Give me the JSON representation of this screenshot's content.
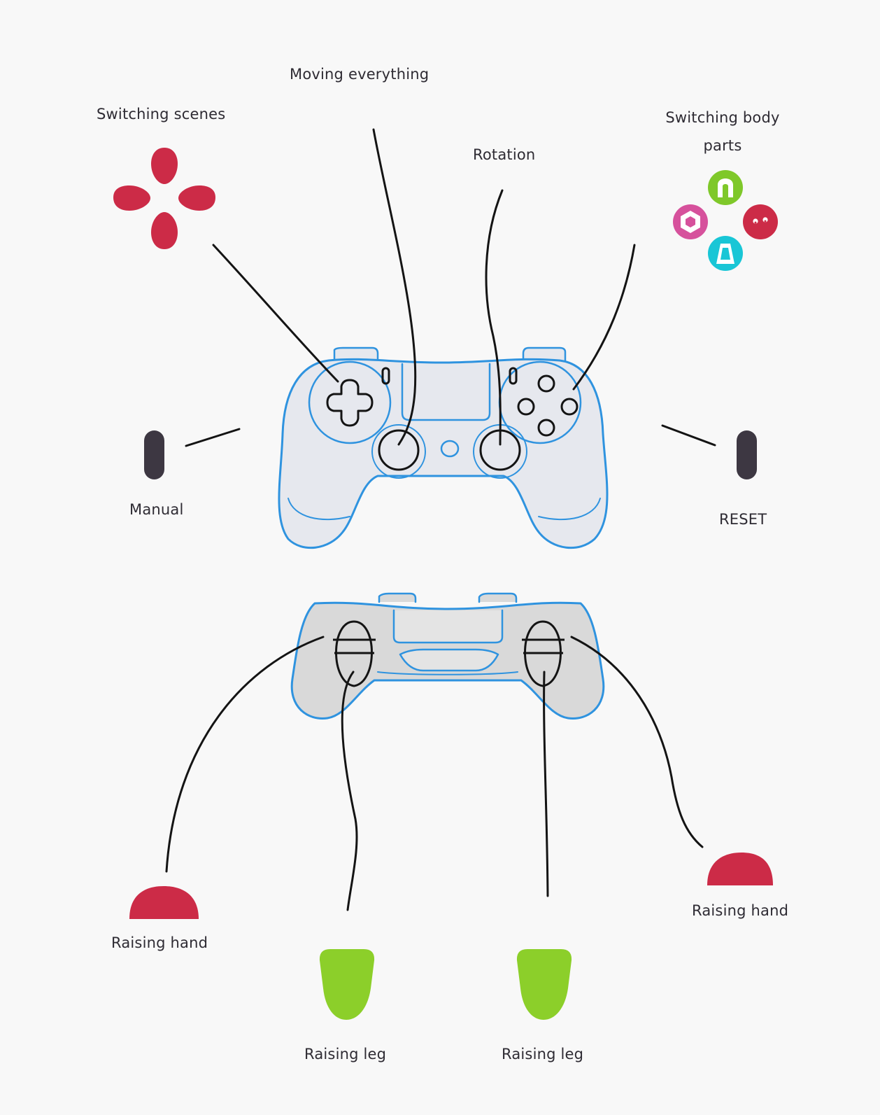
{
  "colors": {
    "background": "#f8f8f8",
    "controller_outline": "#2f93df",
    "controller_fill_front": "#e6e8ee",
    "controller_fill_back": "#d9d9d9",
    "leader_line": "#141414",
    "dpad": "#cc2b47",
    "shoulder_button": "#cc2b47",
    "trigger": "#8ccf2a",
    "small_button": "#3d3742",
    "face_green": "#7fc82a",
    "face_pink": "#d6519c",
    "face_red": "#cc2b47",
    "face_cyan": "#19c6d6",
    "label_text": "#2e2b33"
  },
  "labels": {
    "moving_everything": "Moving everything",
    "switching_scenes": "Switching scenes",
    "rotation": "Rotation",
    "switching_body_parts": "Switching body parts",
    "manual": "Manual",
    "reset": "RESET",
    "raising_hand_left": "Raising hand",
    "raising_hand_right": "Raising hand",
    "raising_leg_left": "Raising leg",
    "raising_leg_right": "Raising leg"
  },
  "icons": {
    "dpad": "dpad-icon",
    "face_buttons": "face-buttons-icon",
    "manual_button": "share-button-icon",
    "reset_button": "options-button-icon",
    "left_bumper": "left-bumper-icon",
    "right_bumper": "right-bumper-icon",
    "left_trigger": "left-trigger-icon",
    "right_trigger": "right-trigger-icon",
    "controller_front": "gamepad-front-icon",
    "controller_back": "gamepad-back-icon"
  }
}
